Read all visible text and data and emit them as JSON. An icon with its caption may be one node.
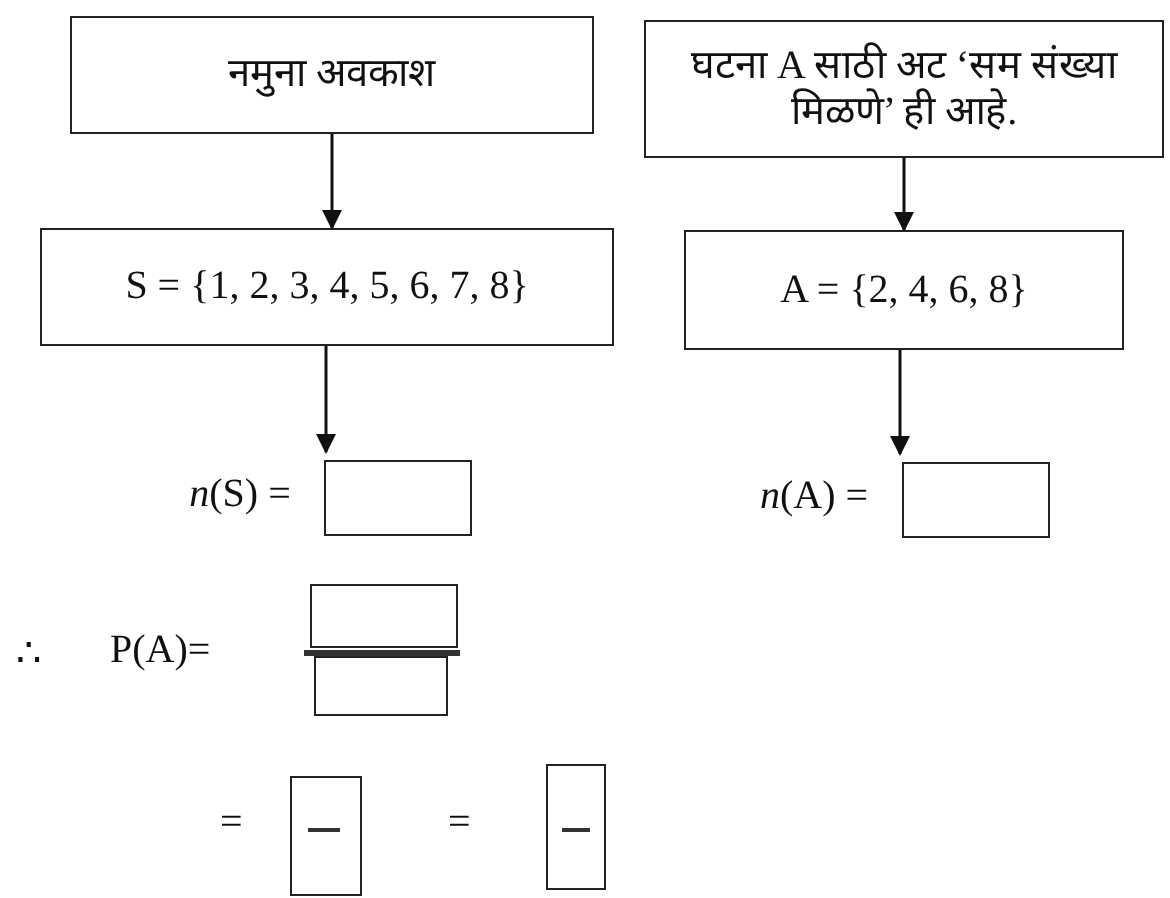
{
  "diagram": {
    "nodes": [
      {
        "text": [
          "नमुना अवकाश"
        ]
      },
      {
        "text": [
          "घटना A साठी अट ‘सम संख्या मिळणे’ ही आहे."
        ]
      },
      {
        "text": [
          "S = {1, 2, 3, 4, 5, 6, 7, 8}"
        ]
      },
      {
        "text": [
          "A = {2, 4, 6, 8}"
        ]
      },
      {
        "text": [
          "*n*(S) ="
        ]
      },
      {
        "text": [
          "*n*(A) ="
        ]
      }
    ],
    "edges": [
      {
        "from": 0,
        "to": 2,
        "arrow": "to"
      },
      {
        "from": 1,
        "to": 3,
        "arrow": "to"
      },
      {
        "from": 2,
        "to": 4,
        "arrow": "to"
      },
      {
        "from": 3,
        "to": 5,
        "arrow": "to"
      }
    ],
    "labels": [
      "∴",
      "P(A)=",
      "=",
      "="
    ]
  }
}
